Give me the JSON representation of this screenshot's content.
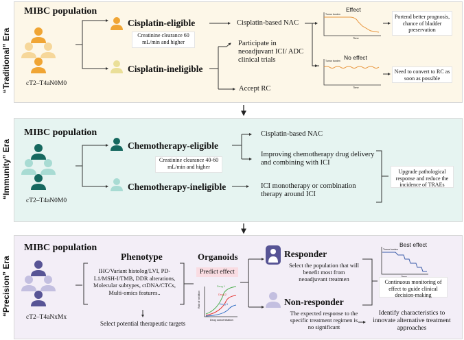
{
  "eras": {
    "traditional": {
      "label": "“Traditional” Era",
      "population": "MIBC population",
      "stage": "cT2–T4aN0M0",
      "eligible": "Cisplatin-eligible",
      "eligible_note": "Creatinine clearance 60 mL/min and higher",
      "ineligible": "Cisplatin-ineligible",
      "outcome_nac": "Cisplatin-based NAC",
      "outcome_trials": "Participate in neoadjuvant ICI/ ADC clinical trials",
      "outcome_rc": "Accept RC",
      "graph_effect": "Effect",
      "graph_no_effect": "No effect",
      "graph_ylabel": "Tumor burden",
      "graph_xlabel": "Time",
      "effect_note": "Portend better prognosis, chance of bladder preservation",
      "no_effect_note": "Need to convert to RC as soon as possible"
    },
    "immunity": {
      "label": "“Immunity” Era",
      "population": "MIBC population",
      "stage": "cT2–T4aN0M0",
      "eligible": "Chemotherapy-eligible",
      "eligible_note": "Creatinine clearance 40-60 mL/min and higher",
      "ineligible": "Chemotherapy-ineligible",
      "outcome_nac": "Cisplatin-based NAC",
      "outcome_delivery": "Improving chemotherapy drug delivery and combining with ICI",
      "outcome_ici": "ICI monotherapy or combination therapy around ICI",
      "summary": "Upgrade pathological response and reduce the incidence of TRAEs"
    },
    "precision": {
      "label": "“Precision” Era",
      "population": "MIBC population",
      "stage": "cT2–T4aNxMx",
      "phenotype_title": "Phenotype",
      "phenotype_items": "IHC/Variant histolog/LVI, PD-L1/MSH-I/TMB, DDR alterations, Molecular subtypes, ctDNA/CTCs, Multi-omics features..",
      "targets": "Select potential therapeutic targets",
      "organoids_title": "Organoids",
      "predict_label": "Predict  effect",
      "drug1": "Drug 1",
      "drug2": "Drug 2",
      "drug3": "Drug 3",
      "organoid_ylabel": "Rate of inhibition",
      "organoid_xlabel": "Drug concentration",
      "responder": "Responder",
      "responder_note": "Select the population that will benefit most from neoadjuvant treatmen",
      "nonresponder": "Non-responder",
      "nonresponder_note": "The expected response to the specific treatment regimen is no significant",
      "best_effect": "Best effect",
      "graph_ylabel": "Tumor burden",
      "graph_xlabel": "Time",
      "monitoring": "Continuous monitoring of effect to guide clinical decision-making",
      "identify": "Identify  characteristics to innovate alternative treatment approaches"
    }
  },
  "colors": {
    "traditional_bg": "#fdf7e8",
    "immunity_bg": "#e6f4f1",
    "precision_bg": "#f3eef7",
    "orange": "#f0a534",
    "orange_light": "#f6d79a",
    "yellow_light": "#eadf98",
    "teal": "#16685f",
    "teal_light": "#a8dbd3",
    "purple": "#575495",
    "purple_light": "#c3bfe0",
    "lavender": "#b4b1da"
  }
}
